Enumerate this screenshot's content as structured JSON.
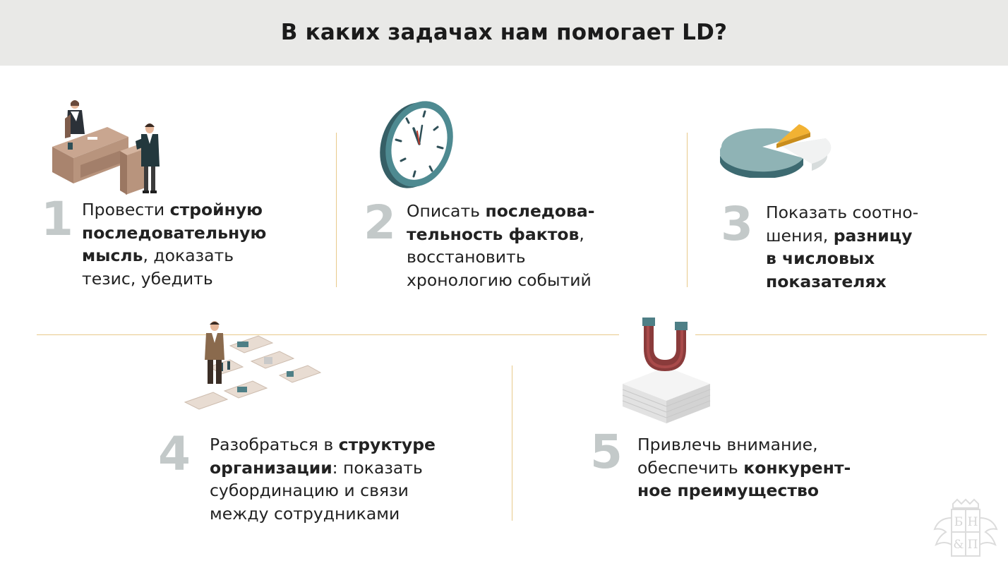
{
  "title": "В каких задачах нам помогает LD?",
  "items": [
    {
      "number": "1",
      "illustration": "courtroom-icon",
      "lines": [
        [
          {
            "t": "Провести ",
            "b": false
          },
          {
            "t": "стройную",
            "b": true
          }
        ],
        [
          {
            "t": "последовательную",
            "b": true
          }
        ],
        [
          {
            "t": "мысль",
            "b": true
          },
          {
            "t": ", доказать",
            "b": false
          }
        ],
        [
          {
            "t": "тезис, убедить",
            "b": false
          }
        ]
      ]
    },
    {
      "number": "2",
      "illustration": "clock-icon",
      "lines": [
        [
          {
            "t": "Описать ",
            "b": false
          },
          {
            "t": "последова-",
            "b": true
          }
        ],
        [
          {
            "t": "тельность фактов",
            "b": true
          },
          {
            "t": ",",
            "b": false
          }
        ],
        [
          {
            "t": "восстановить",
            "b": false
          }
        ],
        [
          {
            "t": "хронологию событий",
            "b": false
          }
        ]
      ]
    },
    {
      "number": "3",
      "illustration": "pie-chart-icon",
      "lines": [
        [
          {
            "t": "Показать соотно-",
            "b": false
          }
        ],
        [
          {
            "t": "шения, ",
            "b": false
          },
          {
            "t": "разницу",
            "b": true
          }
        ],
        [
          {
            "t": "в числовых",
            "b": true
          }
        ],
        [
          {
            "t": "показателях",
            "b": true
          }
        ]
      ]
    },
    {
      "number": "4",
      "illustration": "puzzle-organization-icon",
      "lines": [
        [
          {
            "t": "Разобраться в ",
            "b": false
          },
          {
            "t": "структуре",
            "b": true
          }
        ],
        [
          {
            "t": "организации",
            "b": true
          },
          {
            "t": ": показать",
            "b": false
          }
        ],
        [
          {
            "t": "субординацию и связи",
            "b": false
          }
        ],
        [
          {
            "t": "между сотрудниками",
            "b": false
          }
        ]
      ]
    },
    {
      "number": "5",
      "illustration": "magnet-icon",
      "lines": [
        [
          {
            "t": "Привлечь внимание,",
            "b": false
          }
        ],
        [
          {
            "t": "обеспечить ",
            "b": false
          },
          {
            "t": "конкурент-",
            "b": true
          }
        ],
        [
          {
            "t": "ное преимущество",
            "b": true
          }
        ]
      ]
    }
  ],
  "logo": {
    "letters": [
      "Б",
      "Н",
      "&",
      "П"
    ],
    "icon": "bnp-logo-icon"
  },
  "colors": {
    "header_bg": "#e9e9e7",
    "divider": "#e8c98a",
    "number": "#c3c9c9",
    "teal": "#4e7f86",
    "accent_orange": "#f2b233"
  }
}
